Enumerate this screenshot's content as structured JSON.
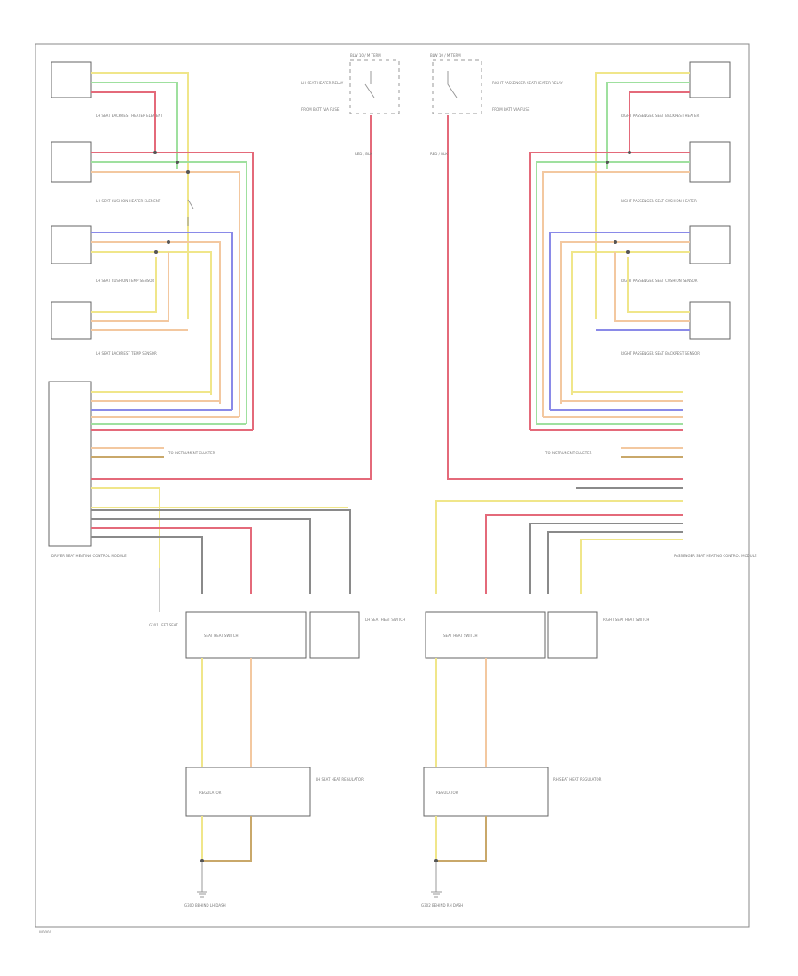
{
  "labels": {
    "lh_relay_top": "BLW 10 / M TERM",
    "lh_relay_block": "LH SEAT HEATER RELAY",
    "lh_relay_power": "FROM BATT VIA FUSE",
    "lh_mid_label": "RED / BLK",
    "rh_relay_top": "BLW 10 / M TERM",
    "rh_relay_block": "RIGHT PASSENGER SEAT HEATER RELAY",
    "rh_relay_power": "FROM BATT VIA FUSE",
    "rh_mid_label": "RED / BLK",
    "lh_seat_1": "LH SEAT BACKREST HEATER ELEMENT",
    "lh_seat_2": "LH SEAT CUSHION HEATER ELEMENT",
    "lh_seat_3": "LH SEAT CUSHION TEMP SENSOR",
    "lh_seat_4": "LH SEAT BACKREST TEMP SENSOR",
    "rh_seat_1": "RIGHT PASSENGER SEAT BACKREST HEATER",
    "rh_seat_2": "RIGHT PASSENGER SEAT CUSHION HEATER",
    "rh_seat_3": "RIGHT PASSENGER SEAT CUSHION SENSOR",
    "rh_seat_4": "RIGHT PASSENGER SEAT BACKREST SENSOR",
    "lh_module": "DRIVER SEAT HEATING CONTROL MODULE",
    "rh_module": "PASSENGER SEAT HEATING CONTROL MODULE",
    "lh_to_cluster": "TO INSTRUMENT CLUSTER",
    "rh_to_cluster": "TO INSTRUMENT CLUSTER",
    "lh_ground_top": "G301 LEFT SEAT",
    "lh_switch": "SEAT HEAT SWITCH",
    "lh_switch_side": "LH SEAT HEAT SWITCH",
    "rh_switch": "SEAT HEAT SWITCH",
    "rh_switch_side": "RIGHT SEAT HEAT SWITCH",
    "lh_lower_module": "LH SEAT HEAT REGULATOR",
    "lh_lower_inner": "REGULATOR",
    "rh_lower_module": "RH SEAT HEAT REGULATOR",
    "rh_lower_inner": "REGULATOR",
    "lh_ground_bottom": "G300 BEHIND LH DASH",
    "rh_ground_bottom": "G302 BEHIND RH DASH",
    "footer": "W0000"
  }
}
